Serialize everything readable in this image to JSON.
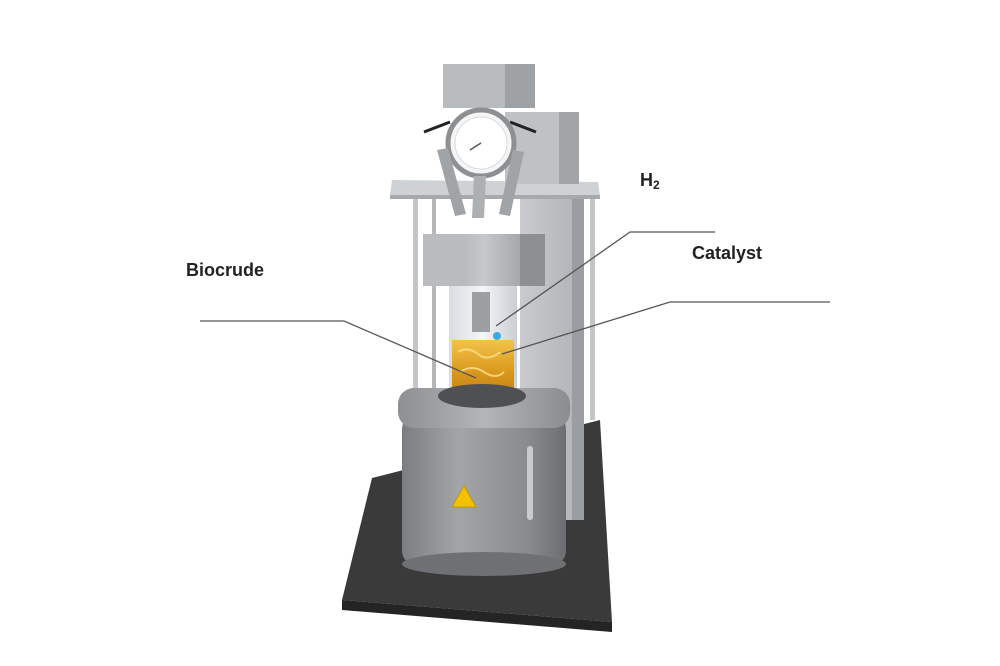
{
  "diagram": {
    "title": "Hydrotreating reactor with labelled inputs",
    "labels": {
      "biocrude": "Biocrude",
      "catalyst": "Catalyst",
      "h2_main": "H",
      "h2_sub": "2"
    },
    "colors": {
      "background": "#ffffff",
      "label_text": "#222222",
      "leader_line": "#555555",
      "base_plate": "#3a3a3a",
      "frame": "#b9bcc0",
      "vessel_body": "#8e9093",
      "liquid": "#e0a226",
      "warning_triangle": "#f2c200"
    }
  }
}
